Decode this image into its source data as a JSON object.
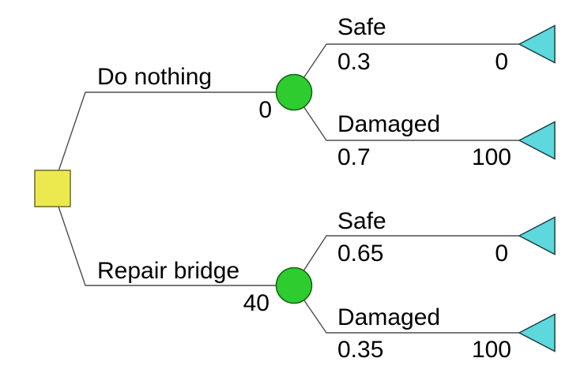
{
  "tree": {
    "type": "decision-tree",
    "colors": {
      "decision_fill": "#ece94e",
      "chance_fill": "#2fcc2f",
      "terminal_fill": "#5dd8dd",
      "line": "#4d4d4d",
      "text": "#000000"
    },
    "root": {
      "node_type": "decision"
    },
    "branches": [
      {
        "label": "Do nothing",
        "cost": "0",
        "node_type": "chance",
        "outcomes": [
          {
            "label": "Safe",
            "probability": "0.3",
            "payoff": "0"
          },
          {
            "label": "Damaged",
            "probability": "0.7",
            "payoff": "100"
          }
        ]
      },
      {
        "label": "Repair bridge",
        "cost": "40",
        "node_type": "chance",
        "outcomes": [
          {
            "label": "Safe",
            "probability": "0.65",
            "payoff": "0"
          },
          {
            "label": "Damaged",
            "probability": "0.35",
            "payoff": "100"
          }
        ]
      }
    ]
  }
}
